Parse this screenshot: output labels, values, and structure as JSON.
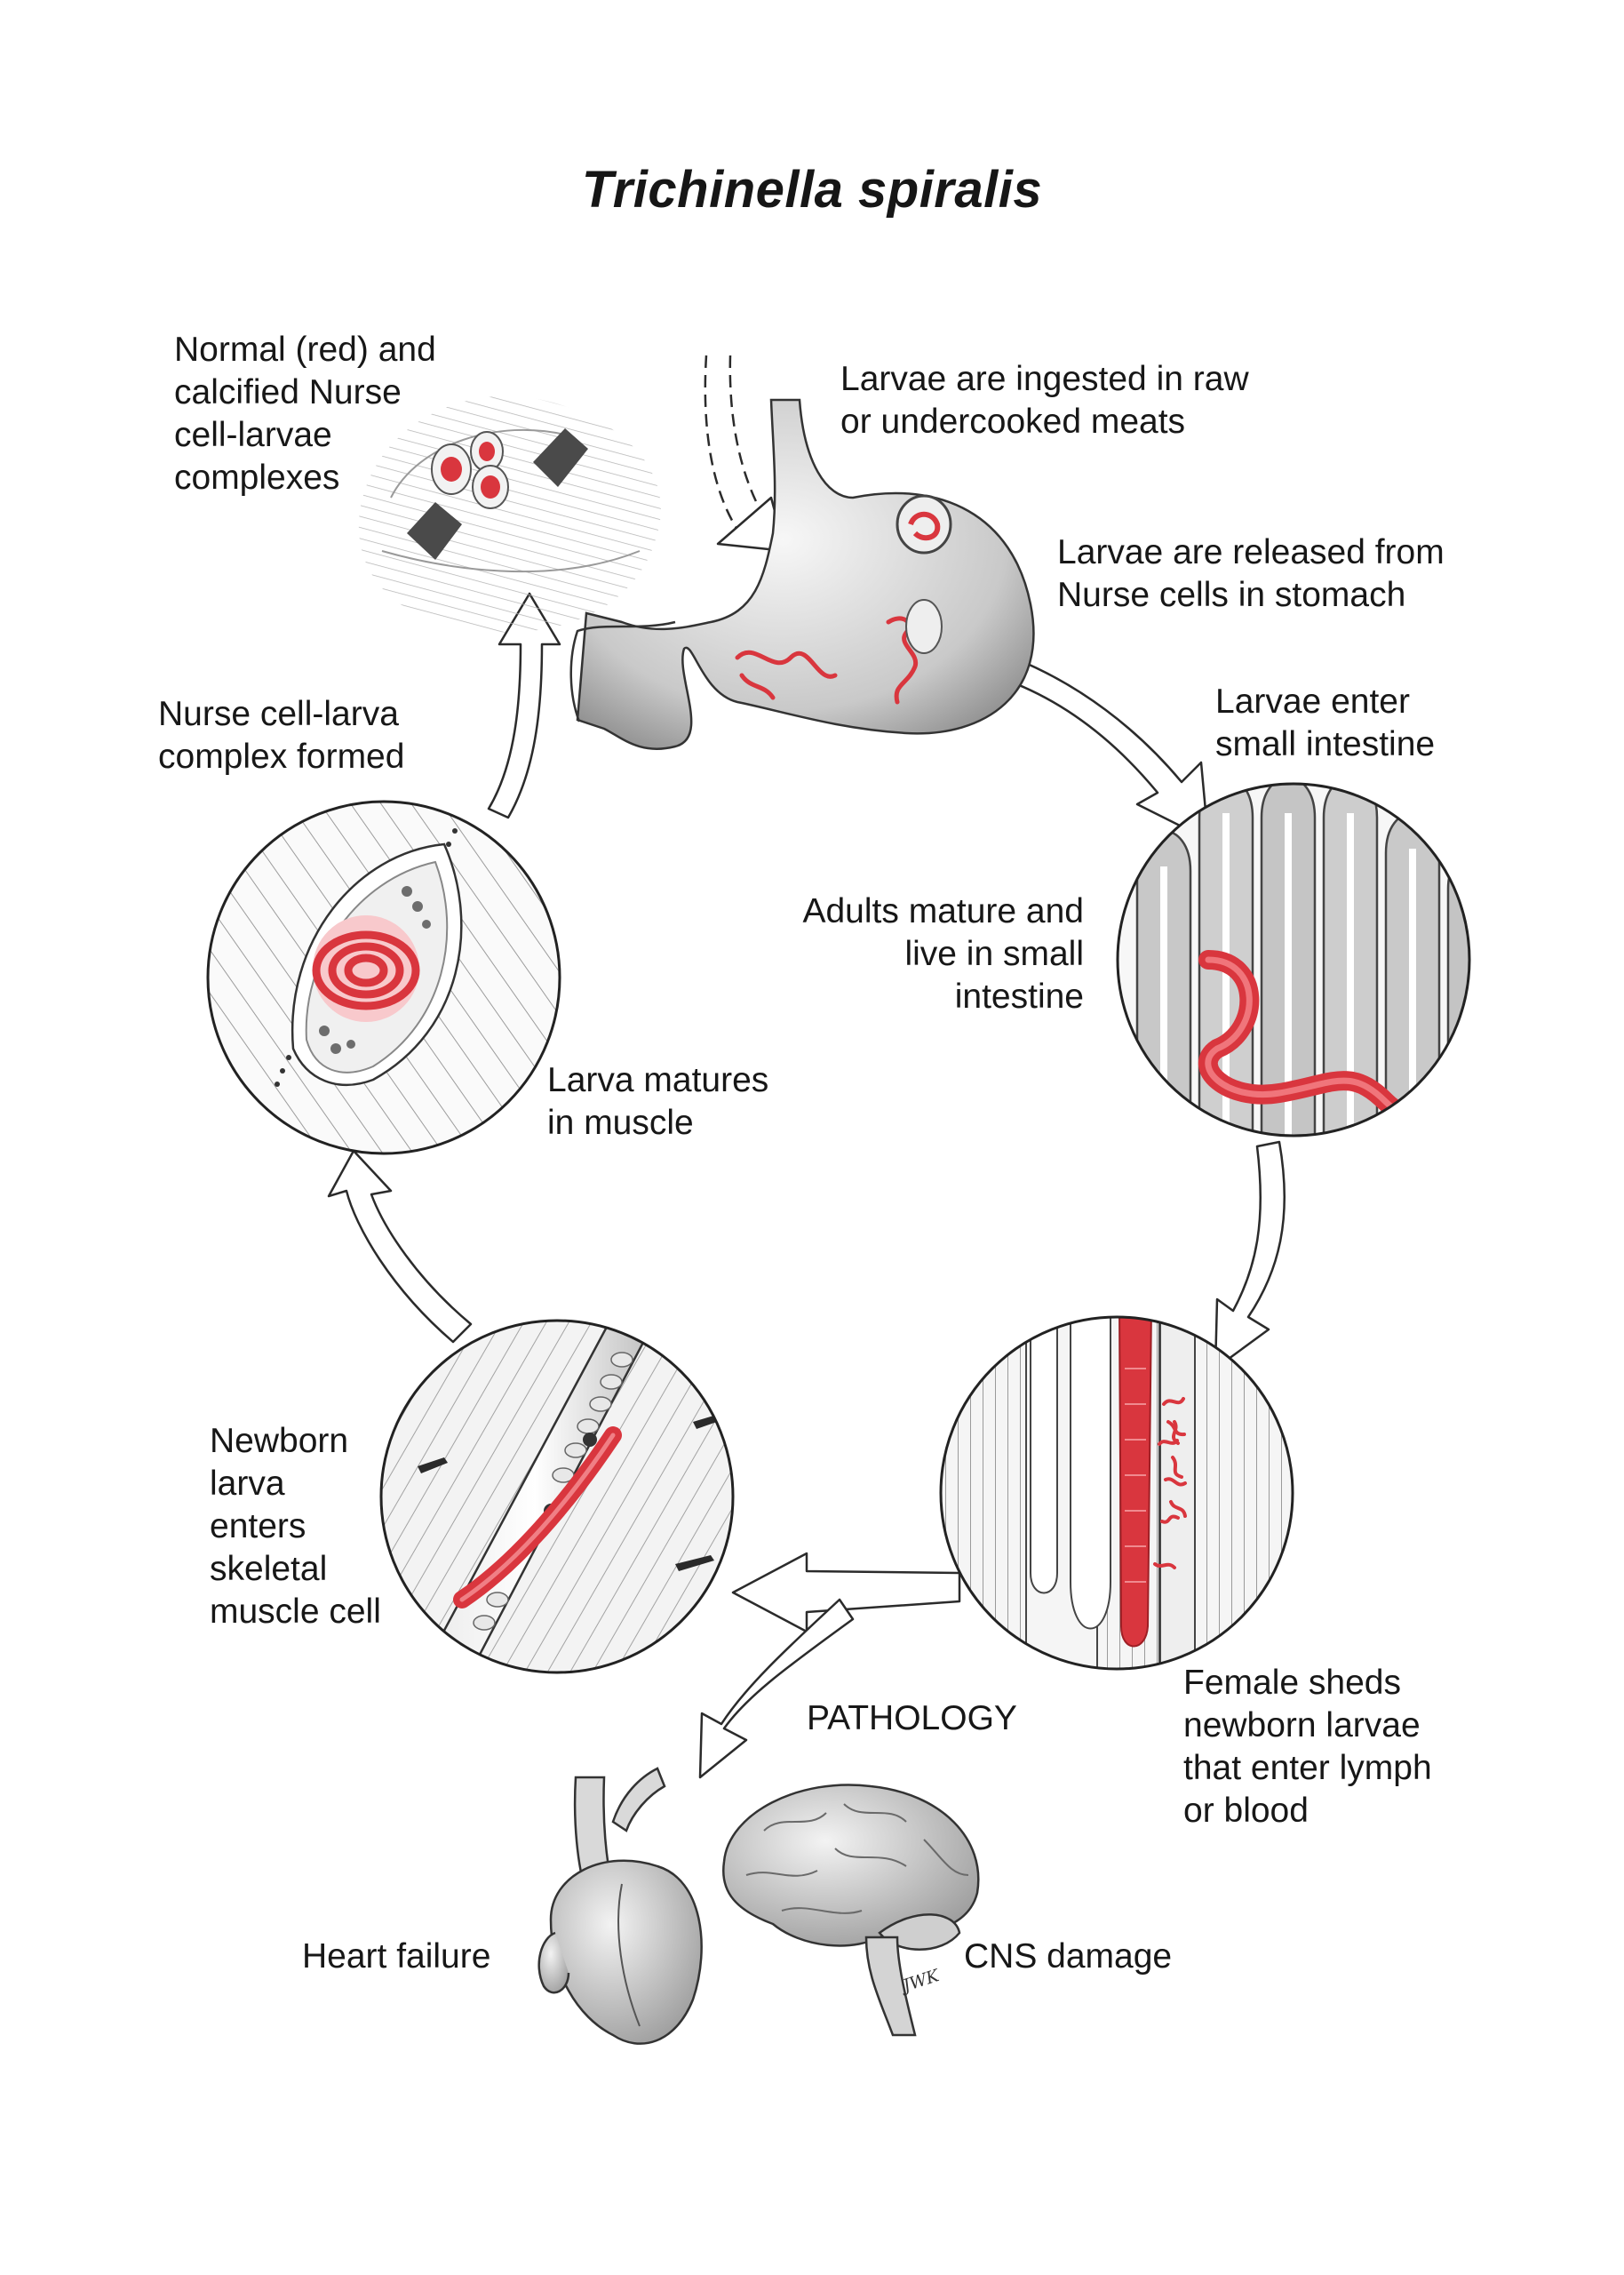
{
  "title": "Trichinella spiralis",
  "labels": {
    "calcified": "Normal (red) and\ncalcified Nurse\ncell-larvae\ncomplexes",
    "ingested": "Larvae are ingested in raw\nor undercooked meats",
    "released": "Larvae are released from\nNurse cells in stomach",
    "enter_intestine": "Larvae enter\nsmall intestine",
    "adults_mature": "Adults mature and\nlive in small\nintestine",
    "nurse_complex": "Nurse cell-larva\ncomplex formed",
    "larva_matures": "Larva matures\nin muscle",
    "newborn_enters": "Newborn\nlarva\nenters\nskeletal\nmuscle cell",
    "female_sheds": "Female sheds\nnewborn larvae\nthat enter lymph\nor blood",
    "pathology": "PATHOLOGY",
    "heart_failure": "Heart failure",
    "cns_damage": "CNS damage"
  },
  "signature": "JWK",
  "colors": {
    "parasite": "#d9363e",
    "tissue": "#c9c9c9",
    "outline": "#2a2a2a"
  }
}
